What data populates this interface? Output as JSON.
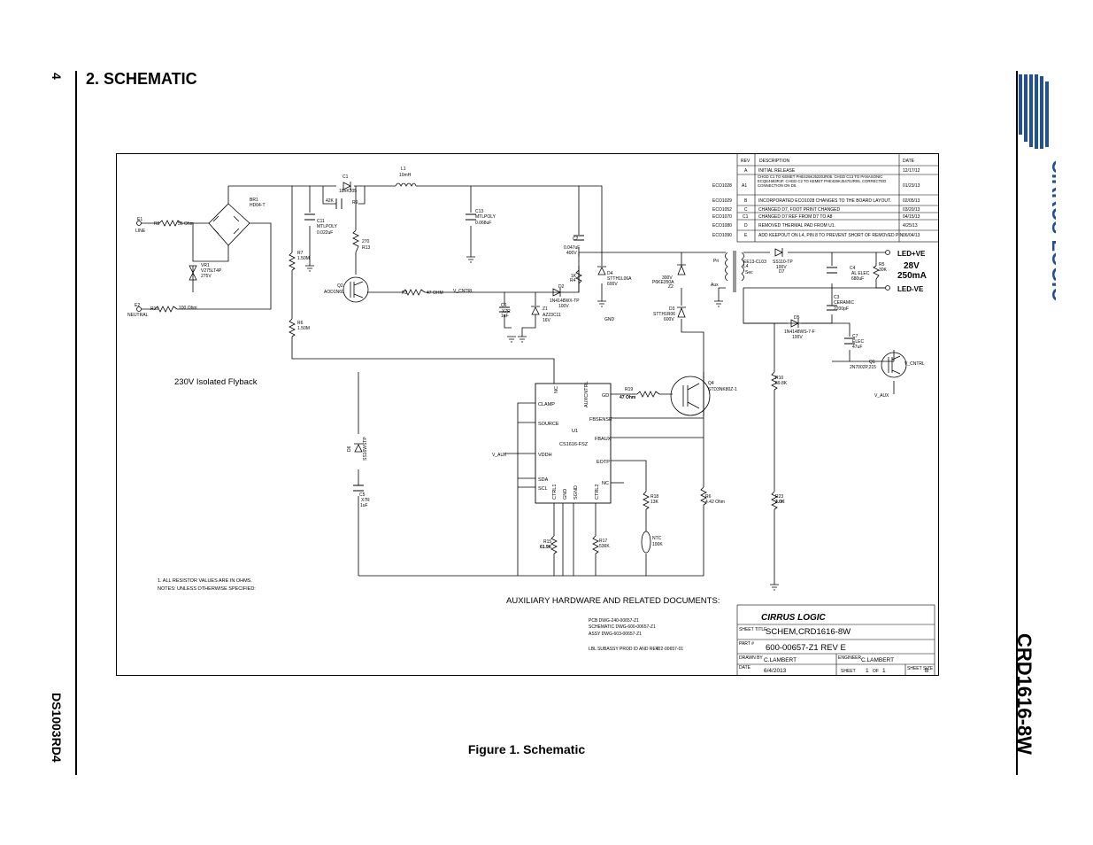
{
  "page": {
    "page_number": "4",
    "section_title": "2.  SCHEMATIC",
    "doc_id": "DS1003RD4",
    "product_title": "CRD1616-8W",
    "brand": "CIRRUS LOGIC",
    "figure_caption": "Figure 1.  Schematic"
  },
  "schematic": {
    "block_label": "230V Isolated Flyback",
    "notes": [
      "1. ALL RESISTOR VALUES ARE IN OHMS.",
      "NOTES: UNLESS OTHERWISE SPECIFIED:"
    ],
    "aux_title": "AUXILIARY HARDWARE AND RELATED DOCUMENTS:",
    "aux_docs": [
      "PCB DWG-240-00657-Z1",
      "SCHEMATIC DWG-600-00657-Z1",
      "ASSY DWG-603-00657-Z1",
      "LBL SUBASSY PROD ID AND REV",
      "422-00657-01"
    ],
    "revisions": {
      "headers": [
        "REV",
        "DESCRIPTION",
        "DATE"
      ],
      "rows": [
        {
          "eco": "",
          "rev": "A",
          "desc": "INITIAL RELEASE",
          "date": "12/17/12"
        },
        {
          "eco": "ECO1028",
          "rev": "A1",
          "desc": "CHGD C1 TO KEMET PHE426KJ5220JR05. CHGD C13 TO PANASONIC ECQE4683RJF. CHGD C2 TO KEMET PHE426KJ5470JR05. CORRECTED CONNECTION ON D5.",
          "date": "01/23/13"
        },
        {
          "eco": "ECO1029",
          "rev": "B",
          "desc": "INCORPORATED ECO1028 CHANGES TO THE BOARD LAYOUT.",
          "date": "02/05/13"
        },
        {
          "eco": "ECO1052",
          "rev": "C",
          "desc": "CHANGED D7, FOOT PRINT CHANGED",
          "date": "03/20/13"
        },
        {
          "eco": "ECO1070",
          "rev": "C1",
          "desc": "CHANGED D7 REF FROM D7 TO A8",
          "date": "04/15/13"
        },
        {
          "eco": "ECO1080",
          "rev": "D",
          "desc": "REMOVED THERMAL PAD FROM U1.",
          "date": "4/25/13"
        },
        {
          "eco": "ECO1090",
          "rev": "E",
          "desc": "ADD KEEPOUT ON L4, PIN 8 TO PREVENT SHORT OF REMOVED PIN.",
          "date": "06/04/13"
        }
      ]
    },
    "title_block": {
      "logo": "CIRRUS LOGIC",
      "sheet_title_label": "SHEET TITLE",
      "sheet_title": "SCHEM,CRD1616-8W",
      "part_label": "PART #",
      "part_number": "600-00657-Z1 REV E",
      "drawn_label": "DRAWN BY",
      "drawn_by": "C.LAMBERT",
      "engineer_label": "ENGINEER",
      "engineer": "C.LAMBERT",
      "date_label": "DATE",
      "date": "6/4/2013",
      "sheet_label": "SHEET",
      "sheet": "1",
      "of_label": "OF",
      "of": "1",
      "size_label": "SHEET SIZE",
      "size": "B"
    },
    "output": {
      "pos": "LED+VE",
      "neg": "LED-VE",
      "voltage": "28V",
      "current": "250mA"
    },
    "ic": {
      "ref": "U1",
      "part": "CS1616-FSZ",
      "pins_left": [
        "CLAMP",
        "SOURCE",
        "VDDH",
        "SDA",
        "SCL"
      ],
      "pins_right": [
        "GD",
        "FBSENSE",
        "FBAUX",
        "EOTP",
        "NC"
      ],
      "pins_bottom": [
        "CTRL1",
        "GND",
        "SGND",
        "CTRL2"
      ],
      "pin_top": "NC",
      "pin_top2": "AUXCNTRL"
    },
    "labels": {
      "e1": "E1",
      "line": "LINE",
      "e2": "E2",
      "neutral": "NEUTRAL",
      "r8": "R8",
      "r8v": "56 Ohm",
      "r12": "R12",
      "r12v": "100 Ohm",
      "br1": "BR1",
      "br1v": "HD04-T",
      "vr1": "VR1",
      "vr1v": "V275LT4P",
      "vr1v2": "275V",
      "c1": "C1",
      "c1v": "18nK305",
      "r9": "R9",
      "r9v": "42K",
      "c11": "C11",
      "c11v": "MTLPOLY",
      "c11v2": "0.022uF",
      "l1": "L1",
      "l1v": "10mH",
      "c13": "C13",
      "c13v": "MTLPOLY",
      "c13v2": "0.068uF",
      "r7": "R7",
      "r7v": "1.50M",
      "r6": "R6",
      "r6v": "1.50M",
      "r13": "R13",
      "r13v": "270",
      "q2": "Q2",
      "q2v": "AOD1N60",
      "r2": "R2",
      "r2v": "47 OHM",
      "vcntrl": "V_CNTRL",
      "c6": "C6",
      "c6v": "X7R",
      "c6v2": "1uF",
      "z1": "Z1",
      "z1v": "AZ23C11",
      "z1v2": "16V",
      "d2": "D2",
      "d2v": "1N4148WX-TP",
      "d2v2": "100V",
      "r4": "R4",
      "r4v": "1K",
      "c2": "C2",
      "c2v": "0.047uF",
      "c2v2": "400V",
      "d4": "D4",
      "d4v": "STTH1L06A",
      "d4v2": "600V",
      "gnd": "GND",
      "z2": "Z2",
      "z2v": "P6KE350A",
      "z2v2": "300V",
      "d3": "D3",
      "d3v": "STTH1R06",
      "d3v2": "600V",
      "l4": "L4",
      "l4v": "EE13-CL03",
      "pri": "Pri",
      "sec": "Sec",
      "aux": "Aux",
      "d7": "D7",
      "d7v": "SS110-TP",
      "d7v2": "100V",
      "c4": "C4",
      "c4v": "AL ELEC",
      "c4v2": "680uF",
      "r5": "R5",
      "r5v": "30K",
      "c3": "C3",
      "c3v": "CERAMIC",
      "c3v2": "2200pF",
      "d5": "D5",
      "d5v": "1N4148WS-7-F",
      "d5v2": "100V",
      "c7": "C7",
      "c7v": "ELEC",
      "c7v2": "47uF",
      "q1": "Q1",
      "q1v": "2N7002P,215",
      "vaux": "V_AUX",
      "q4": "Q4",
      "q4v": "STD3NK80Z-1",
      "r19": "R19",
      "r19v": "47 Ohm",
      "r10": "R10",
      "r10v": "69.8K",
      "r6b": "R6",
      "r6bv": "4.42 Ohm",
      "r18": "R18",
      "r18v": "13K",
      "ntc": "NTC",
      "ntcv": "100K",
      "r23": "R23",
      "r23v": "3.0K",
      "r15": "R15",
      "r15v": "61.9K",
      "r17": "R17",
      "r17v": "536K",
      "d6": "D6",
      "d6v": "SS16WSTP",
      "c5": "C5",
      "c5v": "X7R",
      "c5v2": "1uF",
      "vaux2": "V_AUX"
    }
  }
}
